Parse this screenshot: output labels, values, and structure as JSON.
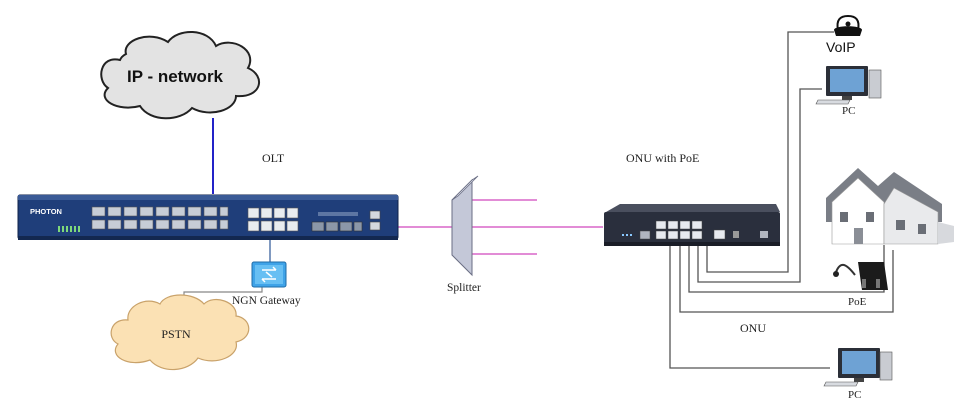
{
  "labels": {
    "cloud_ip": "IP - network",
    "olt": "OLT",
    "olt_brand": "PHOTON",
    "ngn_gateway": "NGN Gateway",
    "pstn": "PSTN",
    "splitter": "Splitter",
    "onu_poe": "ONU with PoE",
    "voip": "VoIP",
    "pc_top": "PC",
    "poe": "PoE",
    "onu": "ONU",
    "pc_bottom": "PC"
  },
  "colors": {
    "uplink": "#2323c8",
    "fiber": "#d966c8",
    "cable": "#555555",
    "olt_body": "#1f3e7a",
    "onu_body": "#2a2f3d",
    "gateway": "#3fa3e8"
  },
  "icons": [
    "cloud-icon",
    "olt-switch-icon",
    "gateway-icon",
    "splitter-icon",
    "onu-switch-icon",
    "phone-icon",
    "pc-icon",
    "house-icon",
    "poe-adapter-icon"
  ]
}
